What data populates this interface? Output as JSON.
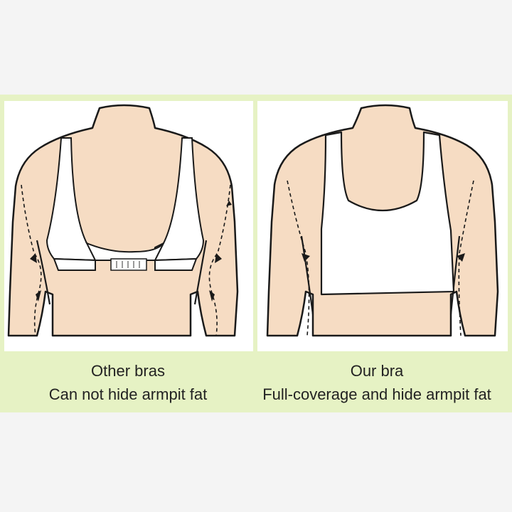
{
  "colors": {
    "background": "#f4f4f4",
    "band": "#e6f2c4",
    "skin": "#f6dcc3",
    "outline": "#1a1a1a",
    "bra": "#ffffff"
  },
  "left_panel": {
    "icons": [
      "back-figure-icon",
      "bra-straps-icon",
      "armpit-fat-arrow-icon"
    ],
    "caption_title": "Other bras",
    "caption_subtitle": "Can not hide armpit fat"
  },
  "right_panel": {
    "icons": [
      "back-figure-icon",
      "full-coverage-bra-icon",
      "armpit-smooth-arrow-icon"
    ],
    "caption_title": "Our bra",
    "caption_subtitle": "Full-coverage and hide armpit fat"
  }
}
